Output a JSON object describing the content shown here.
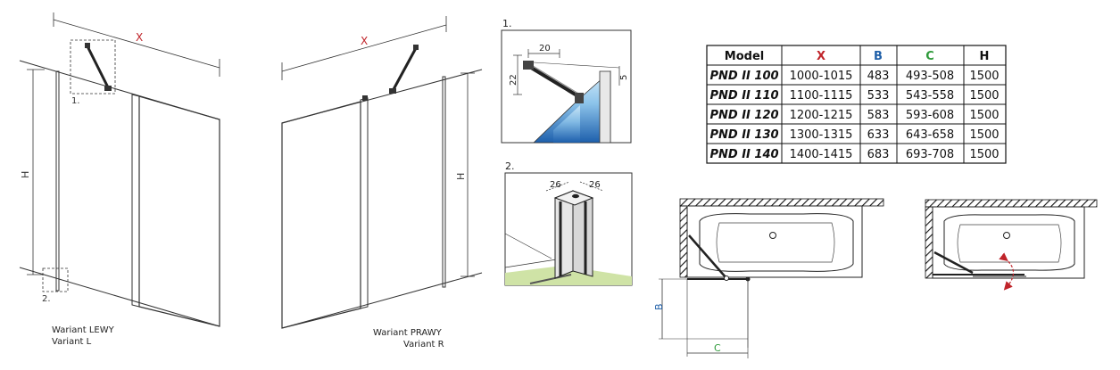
{
  "colors": {
    "line": "#2a2a2a",
    "dim": "#555555",
    "red": "#c0242a",
    "blue": "#1f5fa8",
    "green": "#2e9a3a",
    "glass_top": "#a9d4ee",
    "glass_bottom": "#1d63ae",
    "floor": "#cfe3a6"
  },
  "left_panel": {
    "dim_x": "X",
    "dim_h": "H",
    "detail_1": "1.",
    "detail_2": "2.",
    "caption_line1": "Wariant LEWY",
    "caption_line2": "Variant L"
  },
  "right_panel": {
    "dim_x": "X",
    "dim_h": "H",
    "caption_line1": "Wariant PRAWY",
    "caption_line2": "Variant R"
  },
  "detail1": {
    "label": "1.",
    "dim_20": "20",
    "dim_22": "22",
    "dim_5": "5"
  },
  "detail2": {
    "label": "2.",
    "dim_26a": "26",
    "dim_26b": "26"
  },
  "table": {
    "headers": [
      "Model",
      "X",
      "B",
      "C",
      "H"
    ],
    "rows": [
      [
        "PND II 100",
        "1000-1015",
        "483",
        "493-508",
        "1500"
      ],
      [
        "PND II 110",
        "1100-1115",
        "533",
        "543-558",
        "1500"
      ],
      [
        "PND II 120",
        "1200-1215",
        "583",
        "593-608",
        "1500"
      ],
      [
        "PND II 130",
        "1300-1315",
        "633",
        "643-658",
        "1500"
      ],
      [
        "PND II 140",
        "1400-1415",
        "683",
        "693-708",
        "1500"
      ]
    ]
  },
  "plan_view": {
    "dim_b": "B",
    "dim_c": "C"
  }
}
